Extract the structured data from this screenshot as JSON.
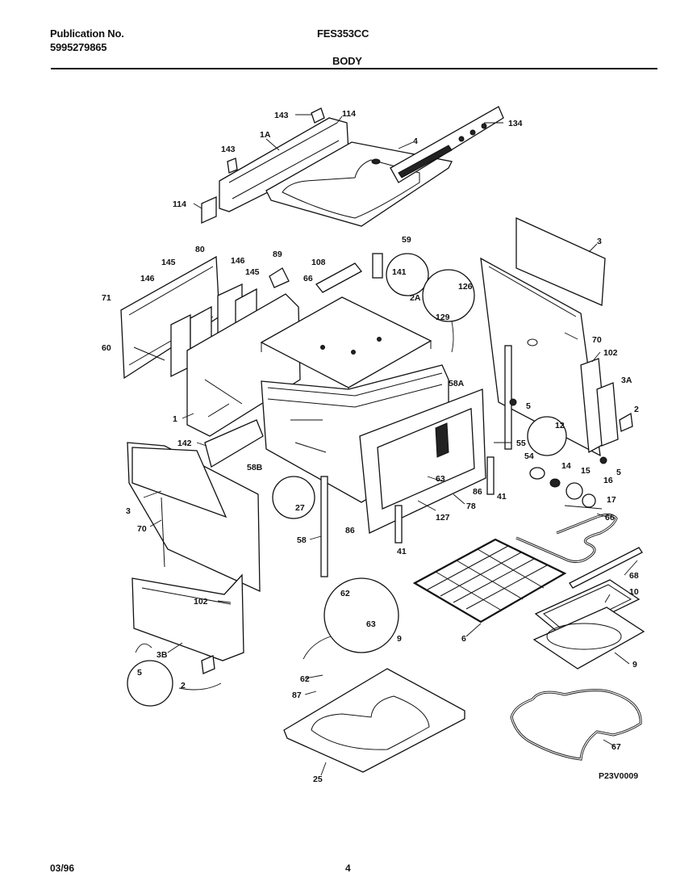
{
  "header": {
    "publication_label": "Publication No.",
    "publication_number": "5995279865",
    "model": "FES353CC",
    "section_title": "BODY"
  },
  "diagram": {
    "drawing_code": "P23V0009",
    "callouts": [
      "143",
      "114",
      "134",
      "1A",
      "4",
      "143",
      "114",
      "59",
      "141",
      "3",
      "80",
      "89",
      "108",
      "146",
      "145",
      "146",
      "145",
      "126",
      "71",
      "66",
      "2A",
      "129",
      "60",
      "70",
      "102",
      "58A",
      "3A",
      "5",
      "2",
      "1",
      "12",
      "142",
      "55",
      "54",
      "14",
      "15",
      "5",
      "16",
      "58B",
      "17",
      "63",
      "86",
      "41",
      "27",
      "127",
      "78",
      "3",
      "70",
      "66",
      "58",
      "86",
      "41",
      "68",
      "62",
      "10",
      "102",
      "6",
      "63",
      "9",
      "5",
      "3B",
      "2",
      "62",
      "87",
      "9",
      "67",
      "25"
    ]
  },
  "footer": {
    "date": "03/96",
    "page_number": "4"
  }
}
